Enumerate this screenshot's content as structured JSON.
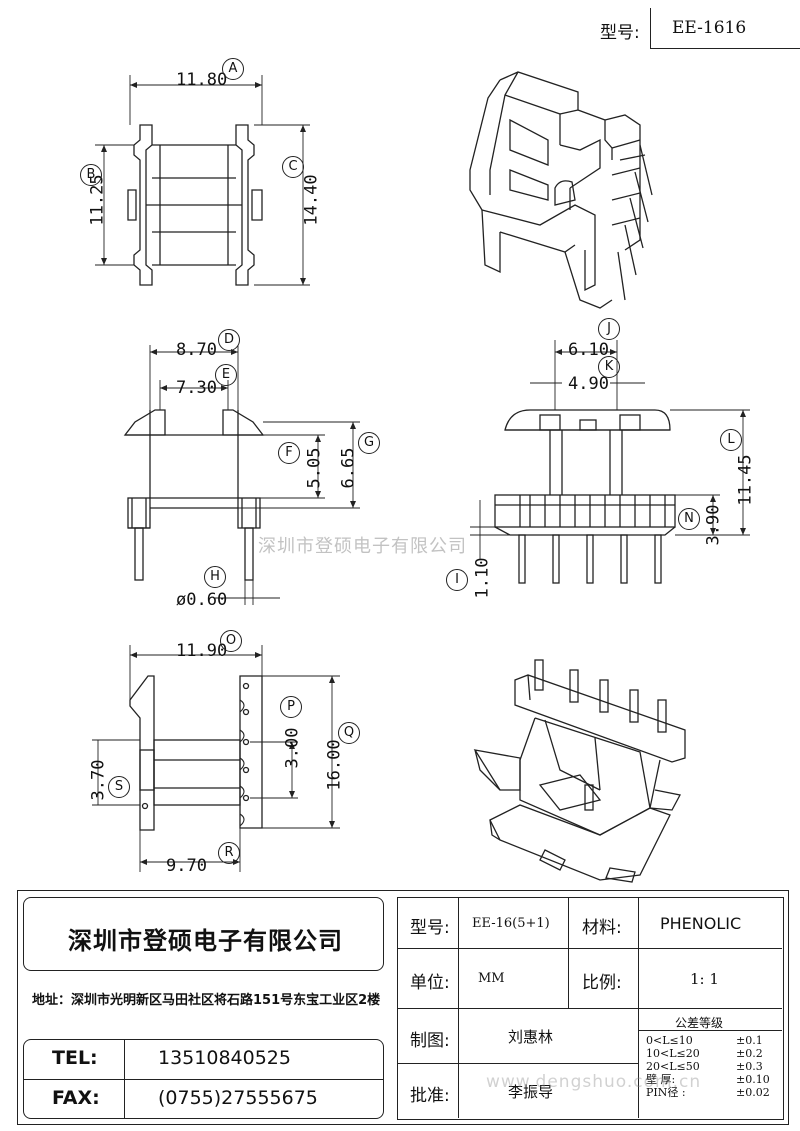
{
  "header": {
    "model_label": "型号:",
    "model_value": "EE-1616"
  },
  "drawing": {
    "top_view": {
      "dim_A": "11.80",
      "dim_B": "11.25",
      "dim_C": "14.40",
      "tag_A": "A",
      "tag_B": "B",
      "tag_C": "C"
    },
    "front_view": {
      "dim_D": "8.70",
      "dim_E": "7.30",
      "dim_F": "5.05",
      "dim_G": "6.65",
      "dim_H": "ø0.60",
      "tag_D": "D",
      "tag_E": "E",
      "tag_F": "F",
      "tag_G": "G",
      "tag_H": "H"
    },
    "side_view": {
      "dim_J": "6.10",
      "dim_K": "4.90",
      "dim_L": "11.45",
      "dim_N": "3.90",
      "dim_I": "1.10",
      "tag_J": "J",
      "tag_K": "K",
      "tag_L": "L",
      "tag_N": "N",
      "tag_I": "I"
    },
    "bottom_view": {
      "dim_O": "11.90",
      "dim_P": "3.00",
      "dim_Q": "16.00",
      "dim_R": "9.70",
      "dim_S": "3.70",
      "tag_O": "O",
      "tag_P": "P",
      "tag_Q": "Q",
      "tag_R": "R",
      "tag_S": "S"
    },
    "watermark_center": "深圳市登硕电子有限公司",
    "watermark_bottom": "www.dengshuo.com.cn"
  },
  "title_block": {
    "company": "深圳市登硕电子有限公司",
    "address": "地址：深圳市光明新区马田社区将石路151号东宝工业区2楼",
    "tel_label": "TEL:",
    "tel_value": "13510840525",
    "fax_label": "FAX:",
    "fax_value": "(0755)27555675",
    "model_label": "型号:",
    "model_value": "EE-16(5+1)",
    "material_label": "材料:",
    "material_value": "PHENOLIC",
    "unit_label": "单位:",
    "unit_value": "MM",
    "scale_label": "比例:",
    "scale_value": "1: 1",
    "drawn_label": "制图:",
    "drawn_value": "刘惠林",
    "approved_label": "批准:",
    "approved_value": "李振导",
    "tolerance_title": "公差等级",
    "tolerances": [
      {
        "range": "0<L≤10",
        "value": "±0.1"
      },
      {
        "range": "10<L≤20",
        "value": "±0.2"
      },
      {
        "range": "20<L≤50",
        "value": "±0.3"
      },
      {
        "range": "壁  厚:",
        "value": "±0.10"
      },
      {
        "range": "PIN径  :",
        "value": "±0.02"
      }
    ]
  }
}
